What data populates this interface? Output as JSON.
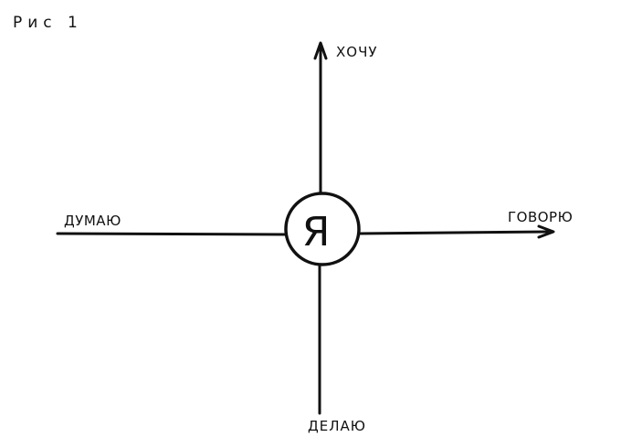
{
  "figure_label": "Рис 1",
  "center_label": "Я",
  "axes": {
    "up": "ХОЧУ",
    "down": "ДЕЛАЮ",
    "left": "ДУМАЮ",
    "right": "ГОВОРЮ"
  },
  "colors": {
    "ink": "#111111",
    "background": "#ffffff"
  }
}
